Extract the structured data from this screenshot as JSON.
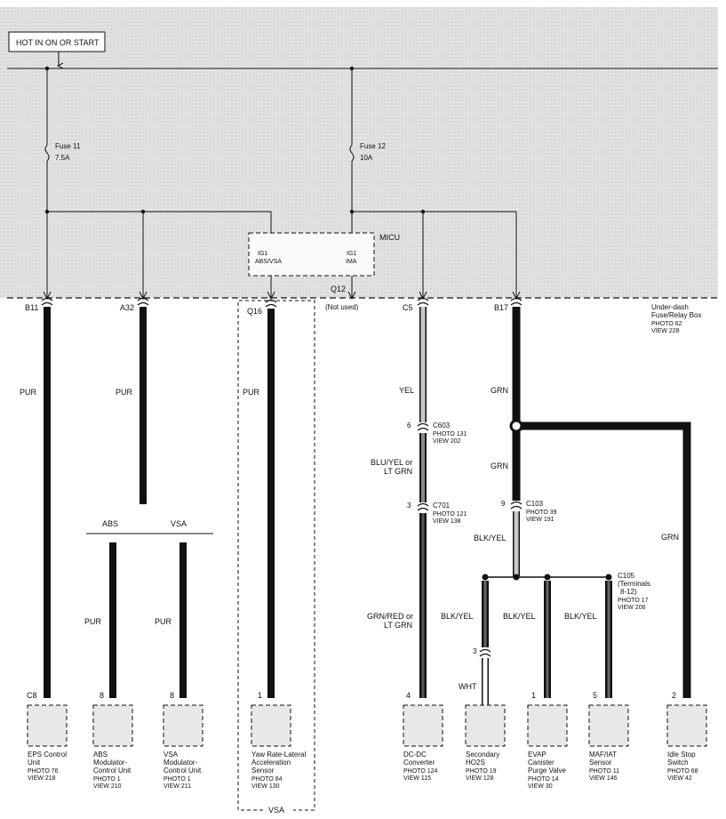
{
  "header_box": "HOT IN ON OR START",
  "fuses": [
    {
      "name": "Fuse 11",
      "rating": "7.5A"
    },
    {
      "name": "Fuse 12",
      "rating": "10A"
    }
  ],
  "micu": {
    "label": "MICU",
    "ig1_left": [
      "IG1",
      "ABS/VSA"
    ],
    "ig1_right": [
      "IG1",
      "IMA"
    ],
    "q12": "Q12",
    "not_used": "(Not used)"
  },
  "fuse_box": {
    "lines": [
      "Under-dash",
      "Fuse/Relay Box"
    ],
    "photo": "PHOTO 62",
    "view": "VIEW 228"
  },
  "pins": {
    "b11": "B11",
    "a32": "A32",
    "q16": "Q16",
    "c5": "C5",
    "b17": "B17"
  },
  "wire_colors": {
    "pur": "PUR",
    "yel": "YEL",
    "grn": "GRN",
    "blu_yel": [
      "BLU/YEL or",
      "LT GRN"
    ],
    "grn_red": [
      "GRN/RED or",
      "LT GRN"
    ],
    "blk_yel": "BLK/YEL",
    "wht": "WHT"
  },
  "connectors": {
    "c603": {
      "name": "C603",
      "photo": "PHOTO 131",
      "view": "VIEW 202",
      "pin": "6"
    },
    "c701": {
      "name": "C701",
      "photo": "PHOTO 121",
      "view": "VIEW 138",
      "pin": "3"
    },
    "c103": {
      "name": "C103",
      "photo": "PHOTO 39",
      "view": "VIEW 191",
      "pin": "9"
    },
    "c105": {
      "name": "C105",
      "lines": [
        "(Terminals",
        "8-12)"
      ],
      "photo": "PHOTO 17",
      "view": "VIEW 206"
    }
  },
  "branch_labels": {
    "abs": "ABS",
    "vsa": "VSA",
    "vsa_bottom": "VSA"
  },
  "wht_pin": "3",
  "components": [
    {
      "pin": "C8",
      "lines": [
        "EPS Control",
        "Unit"
      ],
      "photo": "PHOTO 76",
      "view": "VIEW 218"
    },
    {
      "pin": "8",
      "lines": [
        "ABS",
        "Modulator-",
        "Control Unit"
      ],
      "photo": "PHOTO 1",
      "view": "VIEW 210"
    },
    {
      "pin": "8",
      "lines": [
        "VSA",
        "Modulator-",
        "Control Unit"
      ],
      "photo": "PHOTO 1",
      "view": "VIEW 211"
    },
    {
      "pin": "1",
      "lines": [
        "Yaw Rate-Lateral",
        "Acceleration",
        "Sensor"
      ],
      "photo": "PHOTO 84",
      "view": "VIEW 130"
    },
    {
      "pin": "4",
      "lines": [
        "DC-DC",
        "Converter"
      ],
      "photo": "PHOTO 124",
      "view": "VIEW 115"
    },
    {
      "pin": "",
      "lines": [
        "Secondary",
        "HO2S"
      ],
      "photo": "PHOTO 19",
      "view": "VIEW 128"
    },
    {
      "pin": "1",
      "lines": [
        "EVAP",
        "Canister",
        "Purge Valve"
      ],
      "photo": "PHOTO 14",
      "view": "VIEW 30"
    },
    {
      "pin": "5",
      "lines": [
        "MAF/IAT",
        "Sensor"
      ],
      "photo": "PHOTO 11",
      "view": "VIEW 146"
    },
    {
      "pin": "2",
      "lines": [
        "Idle Stop",
        "Switch"
      ],
      "photo": "PHOTO 68",
      "view": "VIEW 42"
    }
  ]
}
